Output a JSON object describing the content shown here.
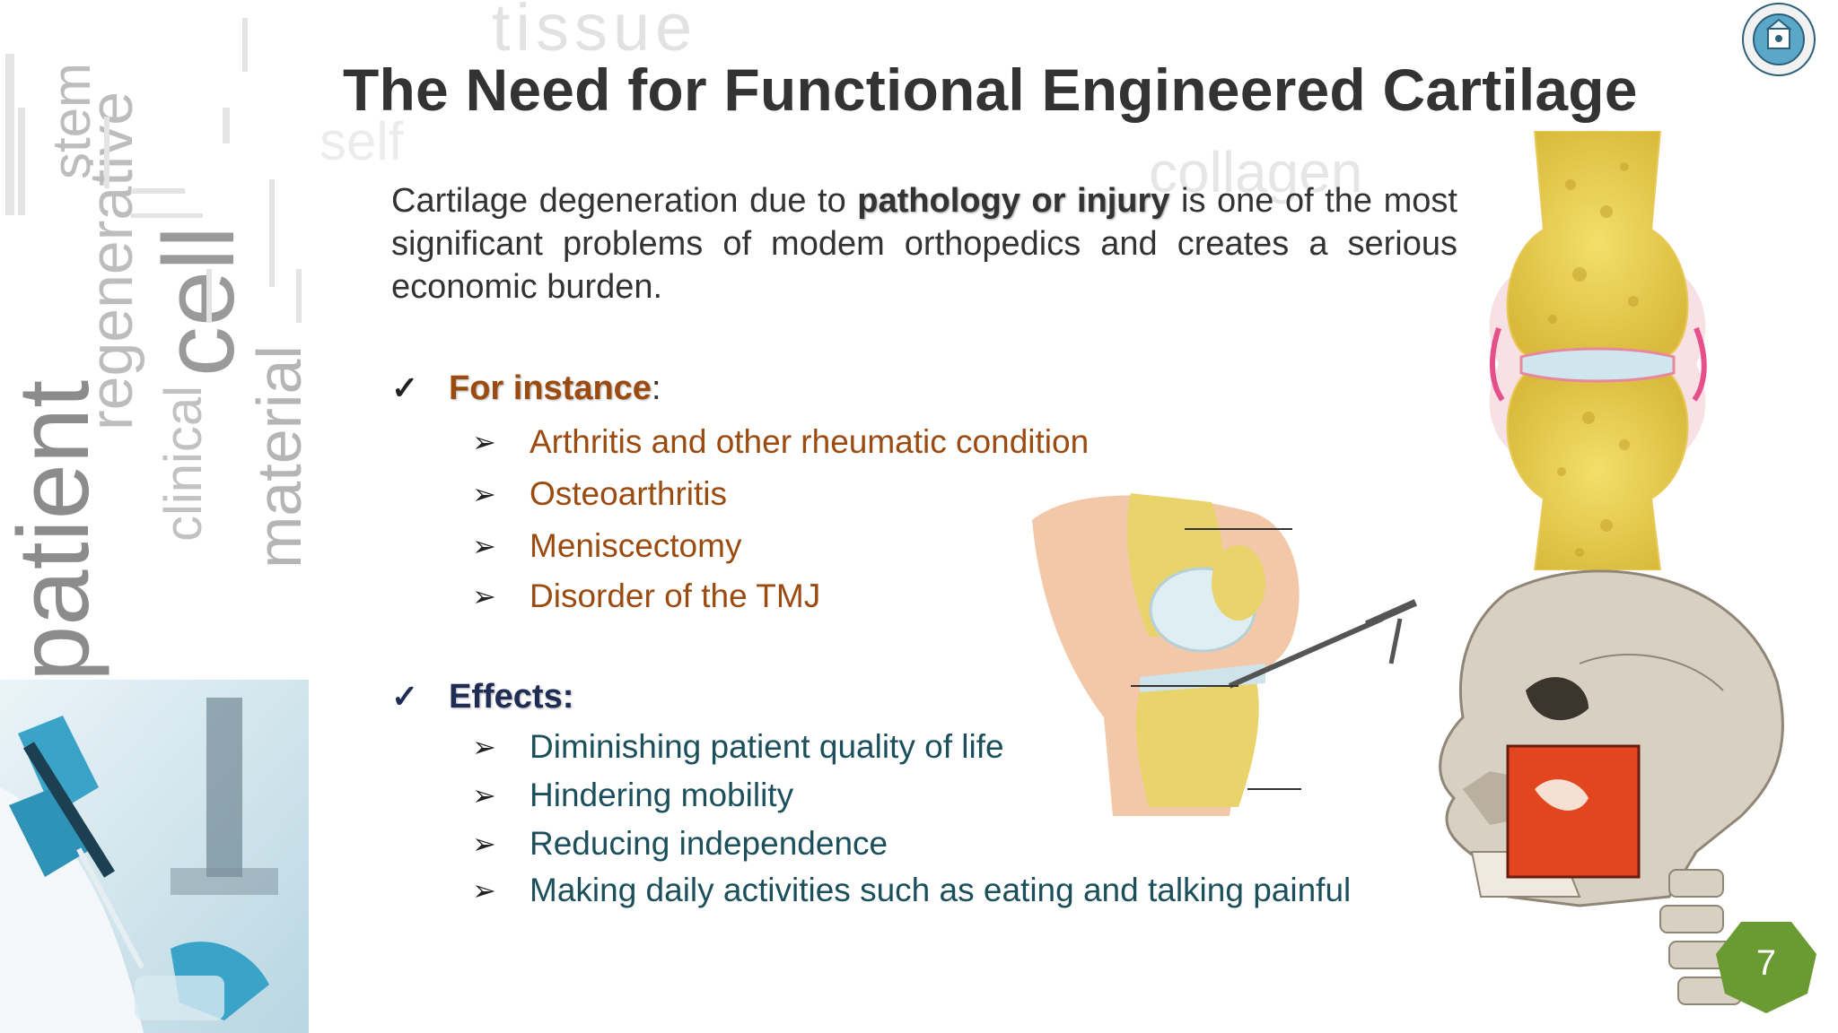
{
  "slide": {
    "title": "The Need for Functional Engineered Cartilage",
    "intro": {
      "before": "Cartilage degeneration due to ",
      "emphasis": "pathology or injury",
      "after": " is one of the most significant problems of modem orthopedics and creates a serious economic burden."
    },
    "sections": [
      {
        "check_icon": "checkmark-icon",
        "heading": "For instance",
        "heading_suffix": ":",
        "color": "#9c4b10",
        "items": [
          "Arthritis and other rheumatic condition",
          "Osteoarthritis",
          "Meniscectomy",
          "Disorder of the TMJ"
        ]
      },
      {
        "check_icon": "checkmark-icon",
        "heading": "Effects:",
        "color": "#1f2d55",
        "item_color": "#1b4f5c",
        "items": [
          "Diminishing patient quality of life",
          "Hindering mobility",
          "Reducing independence",
          "Making daily activities such as eating and talking painful"
        ]
      }
    ],
    "bullet_glyph": "➢",
    "check_glyph": "✓",
    "page_number": "7"
  },
  "background_words": {
    "top": [
      "tissue",
      "self",
      "collagen"
    ],
    "left_vertical": [
      "patient",
      "regenerative",
      "stem",
      "clinical",
      "cell",
      "material"
    ]
  },
  "images": {
    "logo": "university-seal",
    "lab_photo": "scientist-pipette-photo",
    "joint": "joint-cartilage-illustration",
    "knee": "knee-arthroscopy-illustration",
    "skull": "skull-tmj-illustration"
  },
  "colors": {
    "title": "#333333",
    "orange_text": "#9c4b10",
    "navy_heading": "#1f2d55",
    "teal_text": "#1b4f5c",
    "badge_green": "#6a9a32"
  }
}
